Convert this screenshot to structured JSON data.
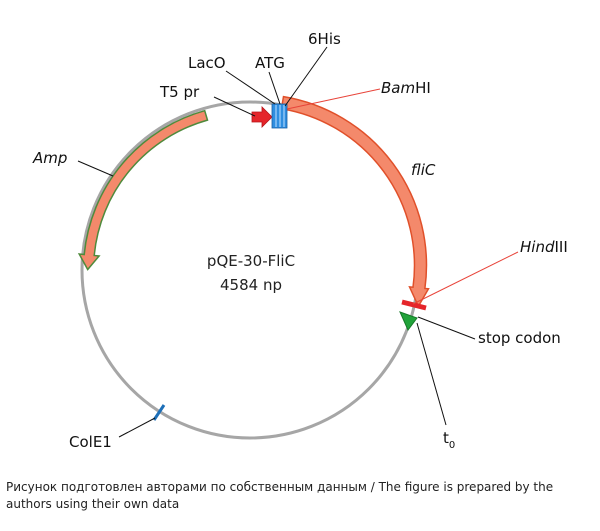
{
  "plasmid": {
    "name": "pQE-30-FliC",
    "size": "4584 np"
  },
  "labels": {
    "lacO": "LacO",
    "atg": "ATG",
    "his": "6His",
    "t5pr": "T5 pr",
    "bamhi_italic": "Bam",
    "bamhi_rest": "HI",
    "amp": "Amp",
    "flic": "fliC",
    "hindiii_italic": "Hind",
    "hindiii_rest": "III",
    "stop": "stop codon",
    "cole1": "ColE1",
    "t0_main": "t",
    "t0_sub": "0"
  },
  "caption": "Рисунок подготовлен авторами по собственным данным / The figure is prepared by the authors using their own data",
  "colors": {
    "backbone": "#a6a6a6",
    "gene_fill": "#f4896b",
    "gene_stroke": "#e0502a",
    "amp_stroke": "#4f8a3c",
    "promoter": "#e5252a",
    "operator": "#2f8ee0",
    "site_line": "#e8443a",
    "terminator": "#21a33a",
    "ori": "#1d6fb8",
    "leader": "#111111"
  }
}
